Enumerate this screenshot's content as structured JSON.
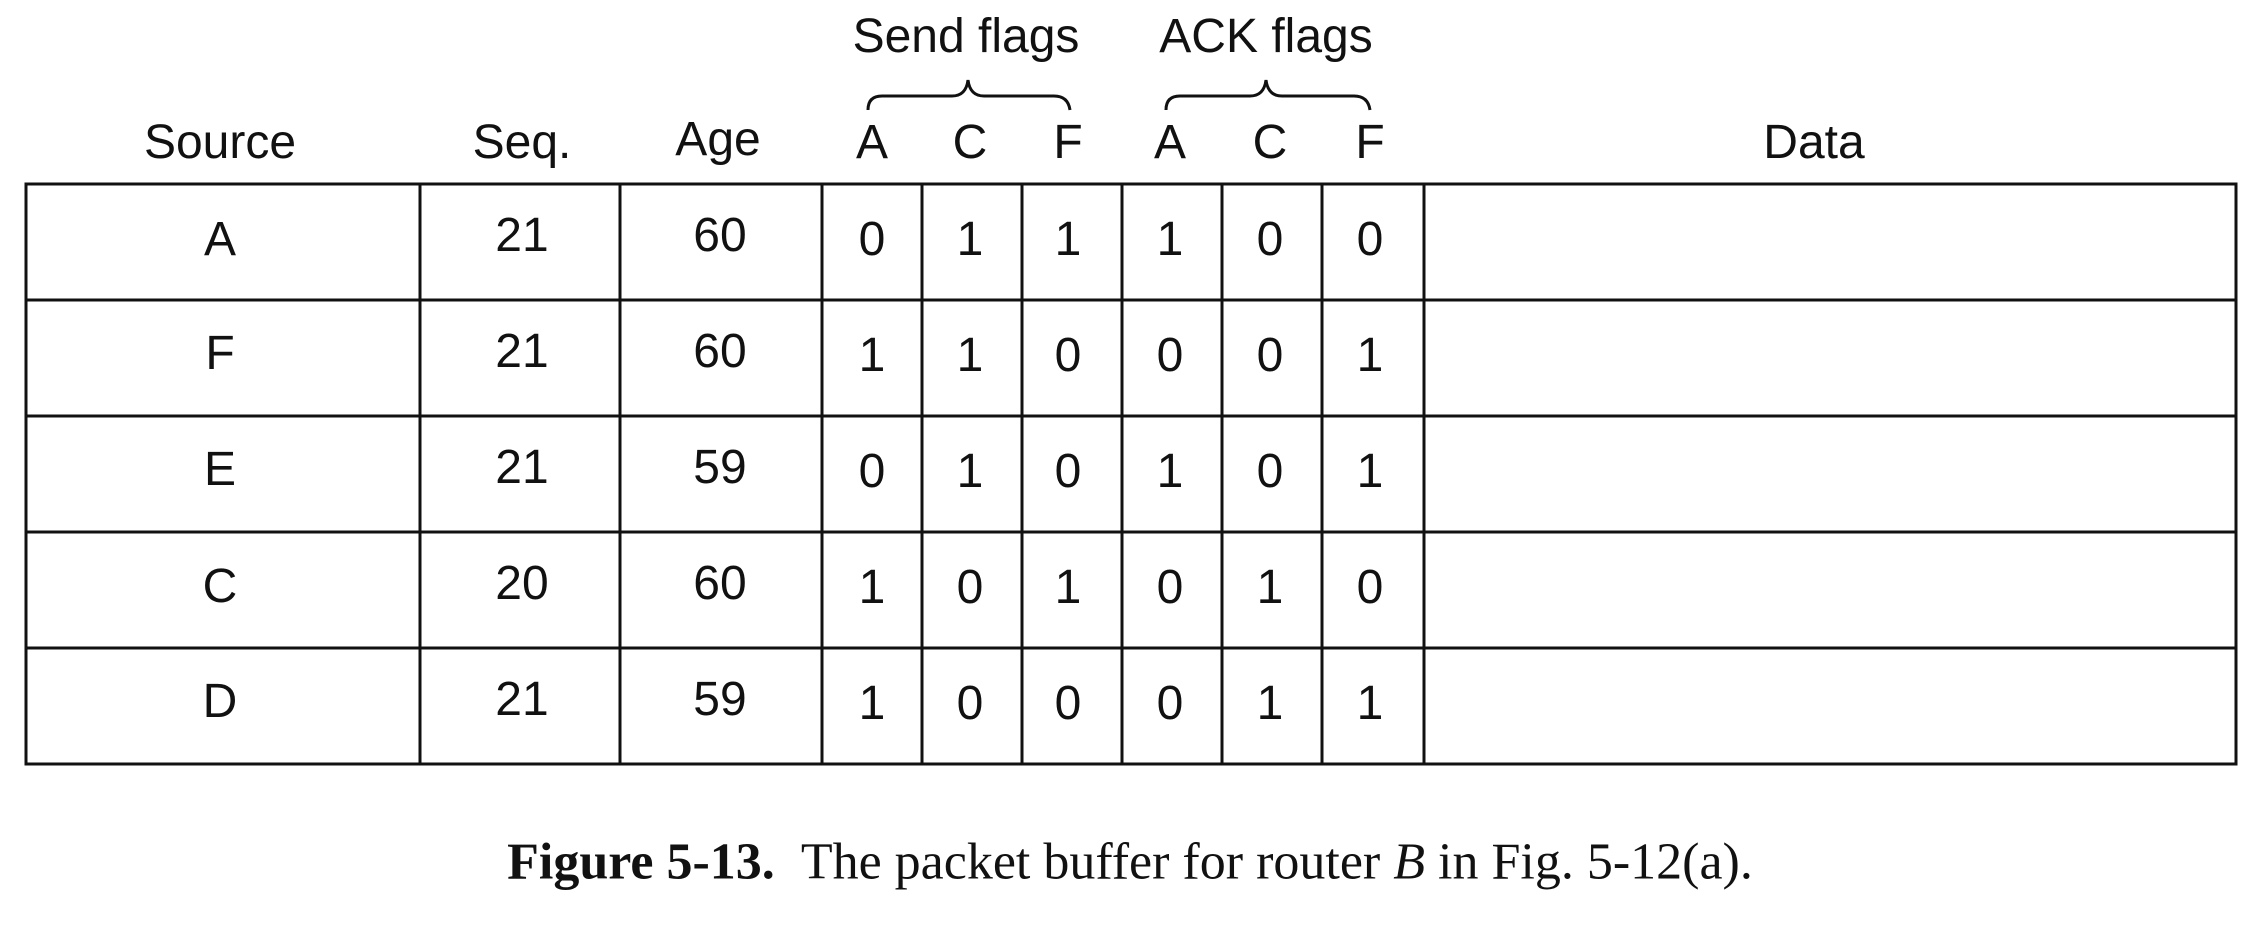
{
  "headers": {
    "source": "Source",
    "seq": "Seq.",
    "age": "Age",
    "send_group": "Send flags",
    "ack_group": "ACK flags",
    "send_cols": [
      "A",
      "C",
      "F"
    ],
    "ack_cols": [
      "A",
      "C",
      "F"
    ],
    "data": "Data"
  },
  "rows": [
    {
      "source": "A",
      "seq": "21",
      "age": "60",
      "send": [
        "0",
        "1",
        "1"
      ],
      "ack": [
        "1",
        "0",
        "0"
      ]
    },
    {
      "source": "F",
      "seq": "21",
      "age": "60",
      "send": [
        "1",
        "1",
        "0"
      ],
      "ack": [
        "0",
        "0",
        "1"
      ]
    },
    {
      "source": "E",
      "seq": "21",
      "age": "59",
      "send": [
        "0",
        "1",
        "0"
      ],
      "ack": [
        "1",
        "0",
        "1"
      ]
    },
    {
      "source": "C",
      "seq": "20",
      "age": "60",
      "send": [
        "1",
        "0",
        "1"
      ],
      "ack": [
        "0",
        "1",
        "0"
      ]
    },
    {
      "source": "D",
      "seq": "21",
      "age": "59",
      "send": [
        "1",
        "0",
        "0"
      ],
      "ack": [
        "0",
        "1",
        "1"
      ]
    }
  ],
  "caption": {
    "figure": "Figure 5-13.",
    "text_before": "The packet buffer for router",
    "router": "B",
    "text_after": "in Fig. 5-12(a)."
  }
}
